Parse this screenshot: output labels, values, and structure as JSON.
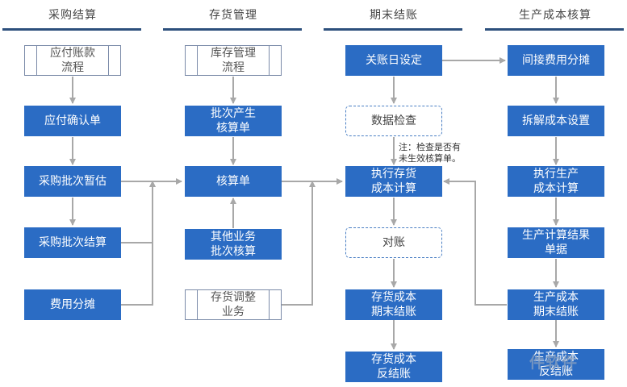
{
  "headers": {
    "purchase": "采购结算",
    "inventory": "存货管理",
    "period_end": "期末结账",
    "production_cost": "生产成本核算"
  },
  "purchase": {
    "ap_flow": "应付账款\n流程",
    "ap_confirm": "应付确认单",
    "batch_estimate": "采购批次暂估",
    "batch_settle": "采购批次结算",
    "expense_alloc": "费用分摊"
  },
  "inventory": {
    "inv_flow": "库存管理\n流程",
    "batch_gen": "批次产生\n核算单",
    "accounting_doc": "核算单",
    "other_biz": "其他业务\n批次核算",
    "inv_adjust": "存货调整\n业务"
  },
  "period_end": {
    "close_date": "关账日设定",
    "data_check": "数据检查",
    "note": "注：检查是否有\n未生效核算单。",
    "run_cost": "执行存货\n成本计算",
    "reconcile": "对账",
    "inv_close": "存货成本\n期末结账",
    "inv_reverse": "存货成本\n反结账"
  },
  "production_cost": {
    "indirect_alloc": "间接费用分摊",
    "split_cost": "拆解成本设置",
    "run_prod_cost": "执行生产\n成本计算",
    "prod_result": "生产计算结果\n单据",
    "prod_close": "生产成本\n期末结账",
    "prod_reverse": "生产成本\n反结账"
  },
  "watermark": "件软件",
  "colors": {
    "box": "#2b6cc4",
    "arrow": "#a8a8a8",
    "header_bar": "#2c4f7c"
  }
}
